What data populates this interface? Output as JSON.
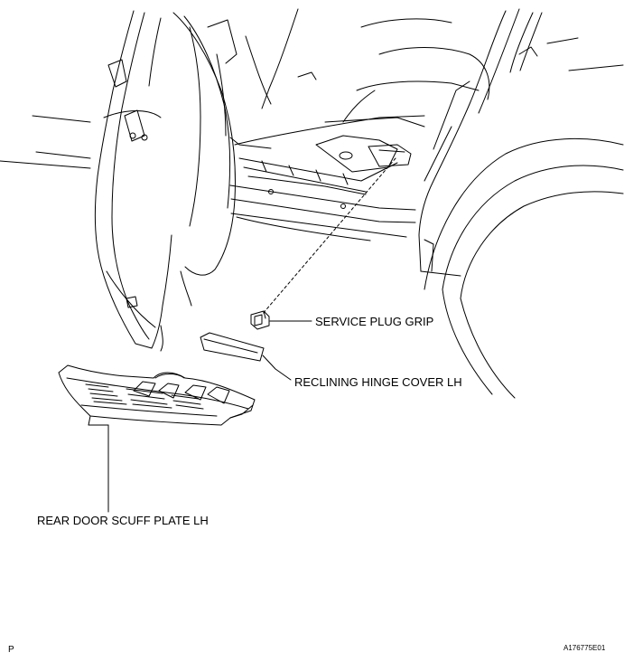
{
  "labels": {
    "service_plug_grip": "SERVICE PLUG GRIP",
    "reclining_hinge_cover": "RECLINING HINGE COVER LH",
    "rear_door_scuff_plate": "REAR DOOR SCUFF PLATE LH"
  },
  "corner_mark": "P",
  "figure_code": "A176775E01",
  "colors": {
    "line": "#000000",
    "background": "#ffffff"
  }
}
